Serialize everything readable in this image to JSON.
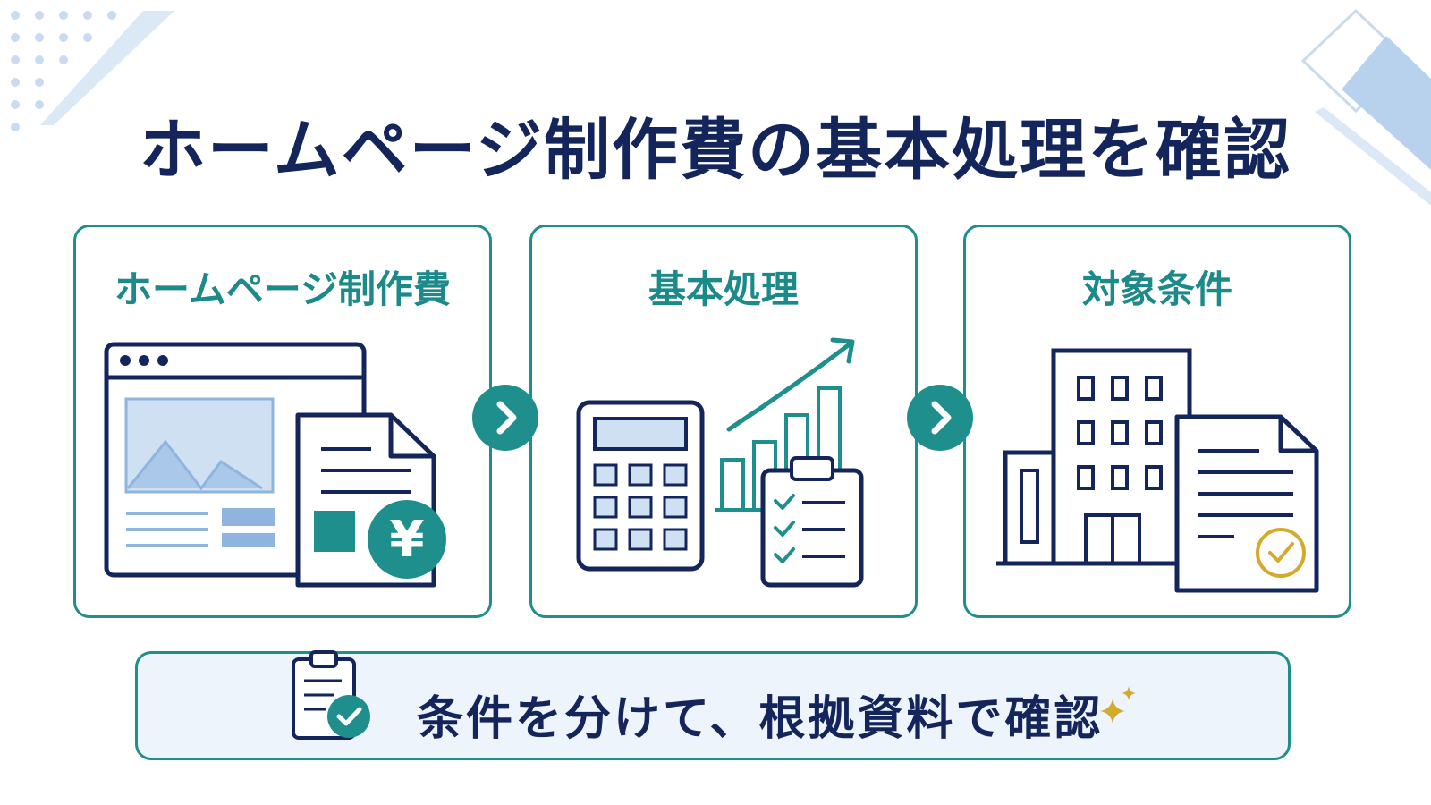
{
  "title": "ホームページ制作費の基本処理を確認",
  "cards": [
    {
      "title": "ホームページ制作費",
      "icon": "website-and-invoice-yen-icon"
    },
    {
      "title": "基本処理",
      "icon": "calculator-chart-checklist-icon"
    },
    {
      "title": "対象条件",
      "icon": "building-and-approved-document-icon"
    }
  ],
  "bottom": {
    "text": "条件を分けて、根拠資料で確認",
    "icon": "clipboard-check-icon",
    "sparkle_icon": "sparkle-icon"
  },
  "arrow_icon": "chevron-right-icon",
  "colors": {
    "navy": "#13255a",
    "teal": "#1f8f8e",
    "light_blue": "#a9c8ea",
    "gold": "#d4aa2c",
    "bar_bg": "#eef4fb"
  }
}
